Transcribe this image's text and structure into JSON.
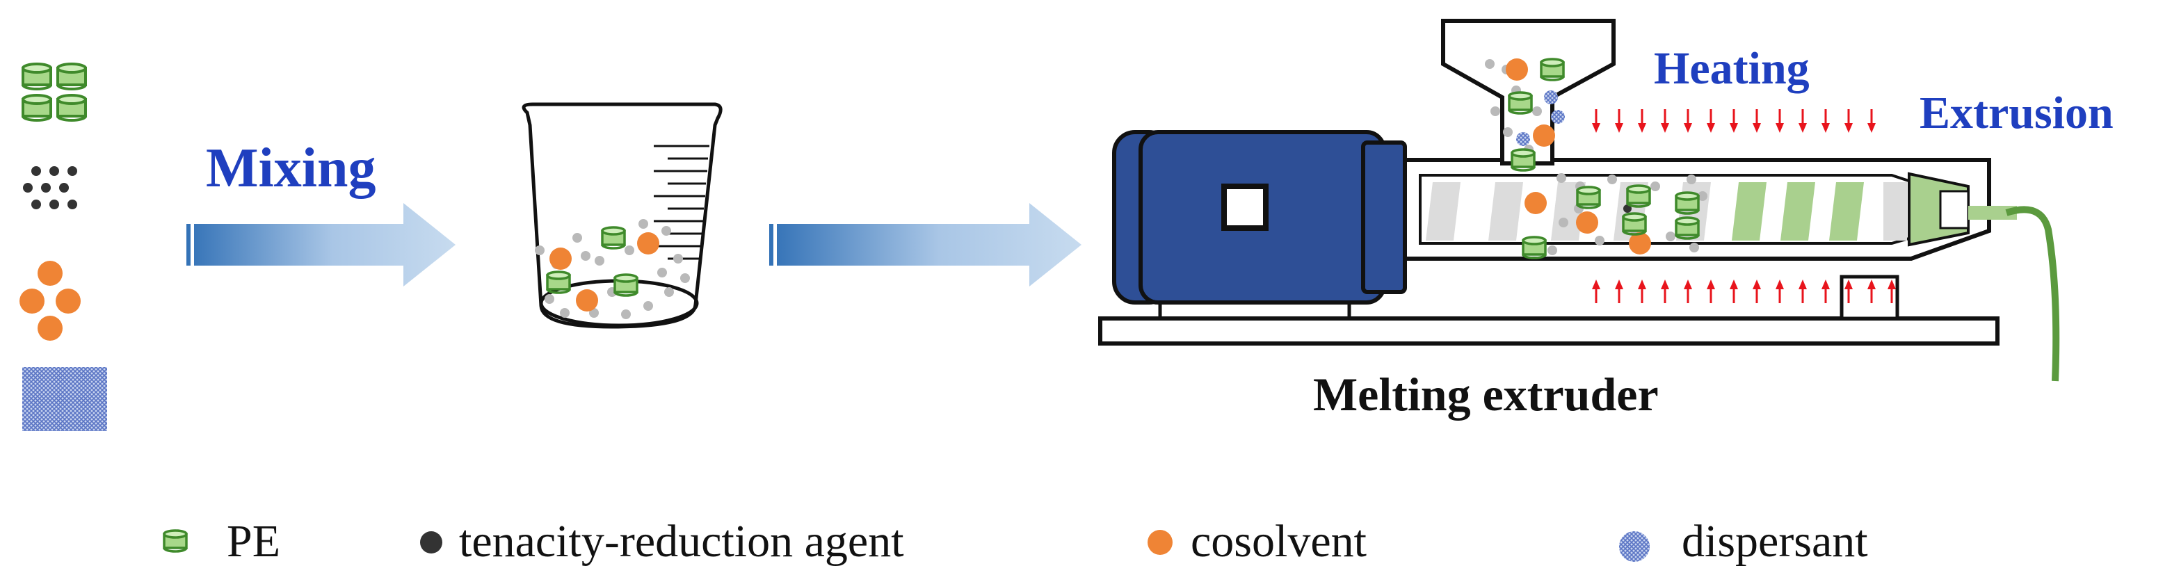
{
  "labels": {
    "mixing": "Mixing",
    "heating": "Heating",
    "extrusion": "Extrusion",
    "melting_extruder": "Melting extruder"
  },
  "legend": [
    {
      "icon": "pe-pellet-icon",
      "text": "PE"
    },
    {
      "icon": "tenacity-agent-dot-icon",
      "text": "tenacity-reduction agent"
    },
    {
      "icon": "cosolvent-dot-icon",
      "text": "cosolvent"
    },
    {
      "icon": "dispersant-dot-icon",
      "text": "dispersant"
    }
  ],
  "colors": {
    "label_blue": "#1f3fbf",
    "pe_green_fill": "#a8d88a",
    "pe_green_stroke": "#3f8a2b",
    "cosolvent_orange": "#ef8435",
    "agent_dark": "#333333",
    "dispersant_blue": "#7d95d6",
    "motor_blue": "#2e4f96",
    "heat_arrow_red": "#e8141c",
    "screw_green": "#a9d08e",
    "filament_green": "#5b9a3e"
  }
}
